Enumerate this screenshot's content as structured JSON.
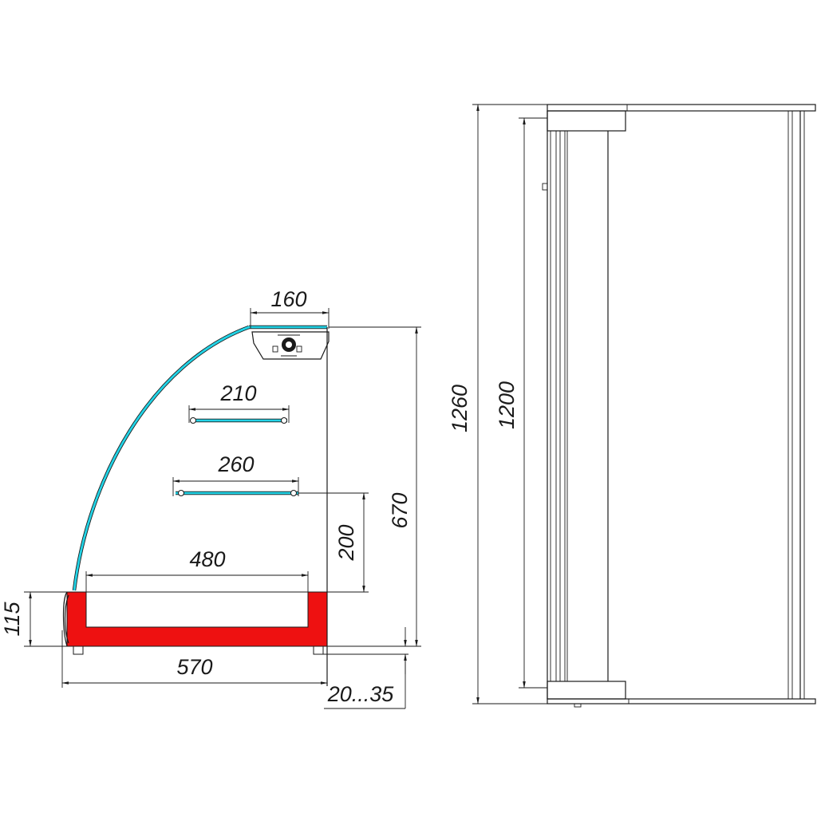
{
  "colors": {
    "line": "#1a1a1a",
    "glass": "#22d3e6",
    "base": "#ee1111",
    "background": "#ffffff"
  },
  "side_view": {
    "dims": {
      "top_width": "160",
      "upper_shelf": "210",
      "lower_shelf": "260",
      "shelf_height": "200",
      "total_height": "670",
      "deck_depth": "480",
      "base_height": "115",
      "base_width": "570",
      "leg_adjust": "20...35"
    }
  },
  "front_view": {
    "dims": {
      "overall_height": "1260",
      "inner_height": "1200"
    }
  }
}
